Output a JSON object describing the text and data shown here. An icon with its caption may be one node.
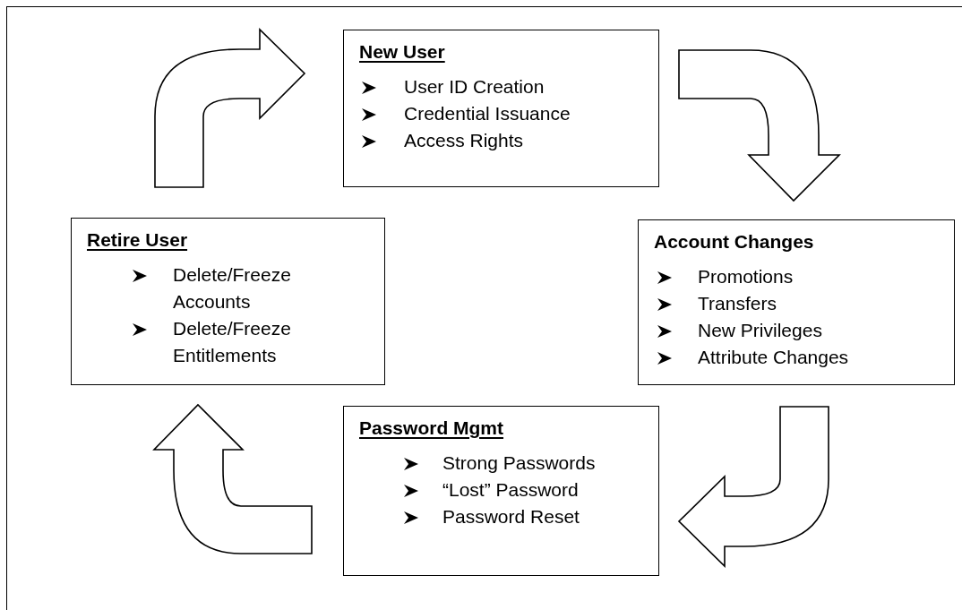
{
  "diagram": {
    "nodes": [
      {
        "text": [
          "New User",
          "User ID Creation",
          "Credential Issuance",
          "Access Rights"
        ]
      },
      {
        "text": [
          "Retire User",
          "Delete/Freeze Accounts",
          "Delete/Freeze Entitlements"
        ]
      },
      {
        "text": [
          "Account Changes",
          "Promotions",
          "Transfers",
          "New Privileges",
          "Attribute Changes"
        ]
      },
      {
        "text": [
          "Password Mgmt",
          "Strong Passwords",
          "“Lost” Password",
          "Password Reset"
        ]
      }
    ],
    "edges": [
      {
        "from": 1,
        "to": 0,
        "arrow": "to",
        "style": "thick"
      },
      {
        "from": 0,
        "to": 2,
        "arrow": "to",
        "style": "thick"
      },
      {
        "from": 2,
        "to": 3,
        "arrow": "to",
        "style": "thick"
      },
      {
        "from": 3,
        "to": 1,
        "arrow": "to",
        "style": "thick"
      }
    ]
  }
}
